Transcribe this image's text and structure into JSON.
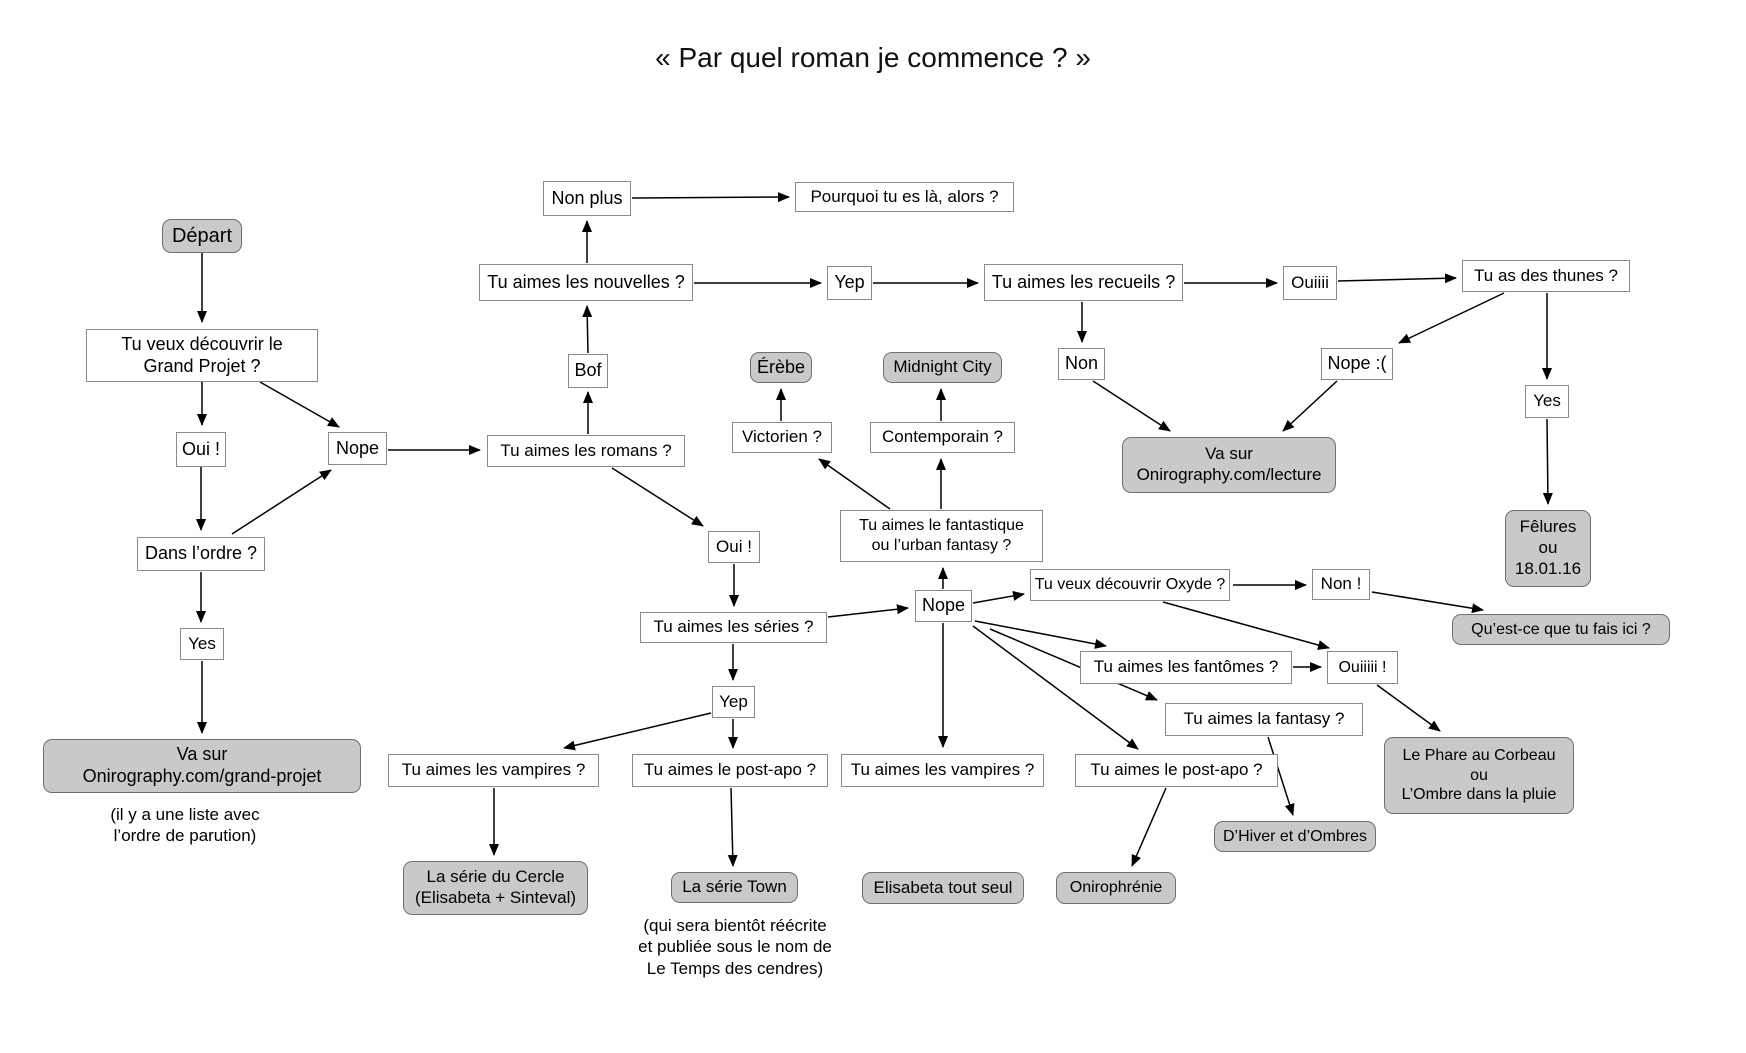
{
  "title": "« Par quel roman je commence ? »",
  "colors": {
    "background": "#ffffff",
    "question_fill": "#ffffff",
    "result_fill": "#c9c9c9",
    "arrow": "#000000"
  },
  "nodes": {
    "depart": {
      "label": "Départ",
      "type": "start"
    },
    "q_grand_projet": {
      "label": "Tu veux découvrir le\nGrand Projet ?",
      "type": "question"
    },
    "oui1": {
      "label": "Oui !",
      "type": "answer"
    },
    "nope1": {
      "label": "Nope",
      "type": "answer"
    },
    "dans_lordre": {
      "label": "Dans l’ordre ?",
      "type": "question"
    },
    "yes1": {
      "label": "Yes",
      "type": "answer"
    },
    "va_grand_projet": {
      "label": "Va sur\nOnirography.com/grand-projet",
      "type": "result"
    },
    "non_plus": {
      "label": "Non plus",
      "type": "answer"
    },
    "pourquoi": {
      "label": "Pourquoi tu es là, alors ?",
      "type": "question"
    },
    "nouvelles": {
      "label": "Tu aimes les nouvelles ?",
      "type": "question"
    },
    "bof": {
      "label": "Bof",
      "type": "answer"
    },
    "yep1": {
      "label": "Yep",
      "type": "answer"
    },
    "recueils": {
      "label": "Tu aimes les recueils ?",
      "type": "question"
    },
    "ouiiii": {
      "label": "Ouiiii",
      "type": "answer"
    },
    "thunes": {
      "label": "Tu as des thunes ?",
      "type": "question"
    },
    "non2": {
      "label": "Non",
      "type": "answer"
    },
    "nope_sad": {
      "label": "Nope :(",
      "type": "answer"
    },
    "yes2": {
      "label": "Yes",
      "type": "answer"
    },
    "va_lecture": {
      "label": "Va sur\nOnirography.com/lecture",
      "type": "result"
    },
    "felures": {
      "label": "Fêlures\nou\n18.01.16",
      "type": "result"
    },
    "erebe": {
      "label": "Érèbe",
      "type": "result"
    },
    "midnight": {
      "label": "Midnight City",
      "type": "result"
    },
    "victorien": {
      "label": "Victorien ?",
      "type": "question"
    },
    "contemporain": {
      "label": "Contemporain ?",
      "type": "question"
    },
    "romans": {
      "label": "Tu aimes les romans ?",
      "type": "question"
    },
    "oui2": {
      "label": "Oui !",
      "type": "answer"
    },
    "series": {
      "label": "Tu aimes les séries ?",
      "type": "question"
    },
    "fantastique": {
      "label": "Tu aimes le fantastique\nou l’urban fantasy ?",
      "type": "question"
    },
    "nope_hub": {
      "label": "Nope",
      "type": "answer"
    },
    "oxyde": {
      "label": "Tu veux découvrir Oxyde ?",
      "type": "question"
    },
    "non3": {
      "label": "Non !",
      "type": "answer"
    },
    "quest_ce": {
      "label": "Qu’est-ce que tu fais ici ?",
      "type": "result"
    },
    "fantomes": {
      "label": "Tu aimes les fantômes ?",
      "type": "question"
    },
    "ouiiiii2": {
      "label": "Ouiiiii !",
      "type": "answer"
    },
    "fantasy": {
      "label": "Tu aimes la fantasy ?",
      "type": "question"
    },
    "phare": {
      "label": "Le Phare au Corbeau\nou\nL’Ombre dans la pluie",
      "type": "result"
    },
    "dhiver": {
      "label": "D’Hiver et d’Ombres",
      "type": "result"
    },
    "postapo2": {
      "label": "Tu aimes le post-apo ?",
      "type": "question"
    },
    "onirophrenie": {
      "label": "Onirophrénie",
      "type": "result"
    },
    "vampires2": {
      "label": "Tu aimes les vampires ?",
      "type": "question"
    },
    "elisabeta": {
      "label": "Elisabeta tout seul",
      "type": "result"
    },
    "yep2": {
      "label": "Yep",
      "type": "answer"
    },
    "vampires1": {
      "label": "Tu aimes les vampires ?",
      "type": "question"
    },
    "postapo1": {
      "label": "Tu aimes le post-apo ?",
      "type": "question"
    },
    "cercle": {
      "label": "La série du Cercle\n(Elisabeta + Sinteval)",
      "type": "result"
    },
    "town": {
      "label": "La série Town",
      "type": "result"
    }
  },
  "notes": {
    "grand_projet": "(il y a une liste avec\nl’ordre de parution)",
    "town": "(qui sera bientôt réécrite\net publiée sous le nom de\nLe Temps des cendres)"
  }
}
